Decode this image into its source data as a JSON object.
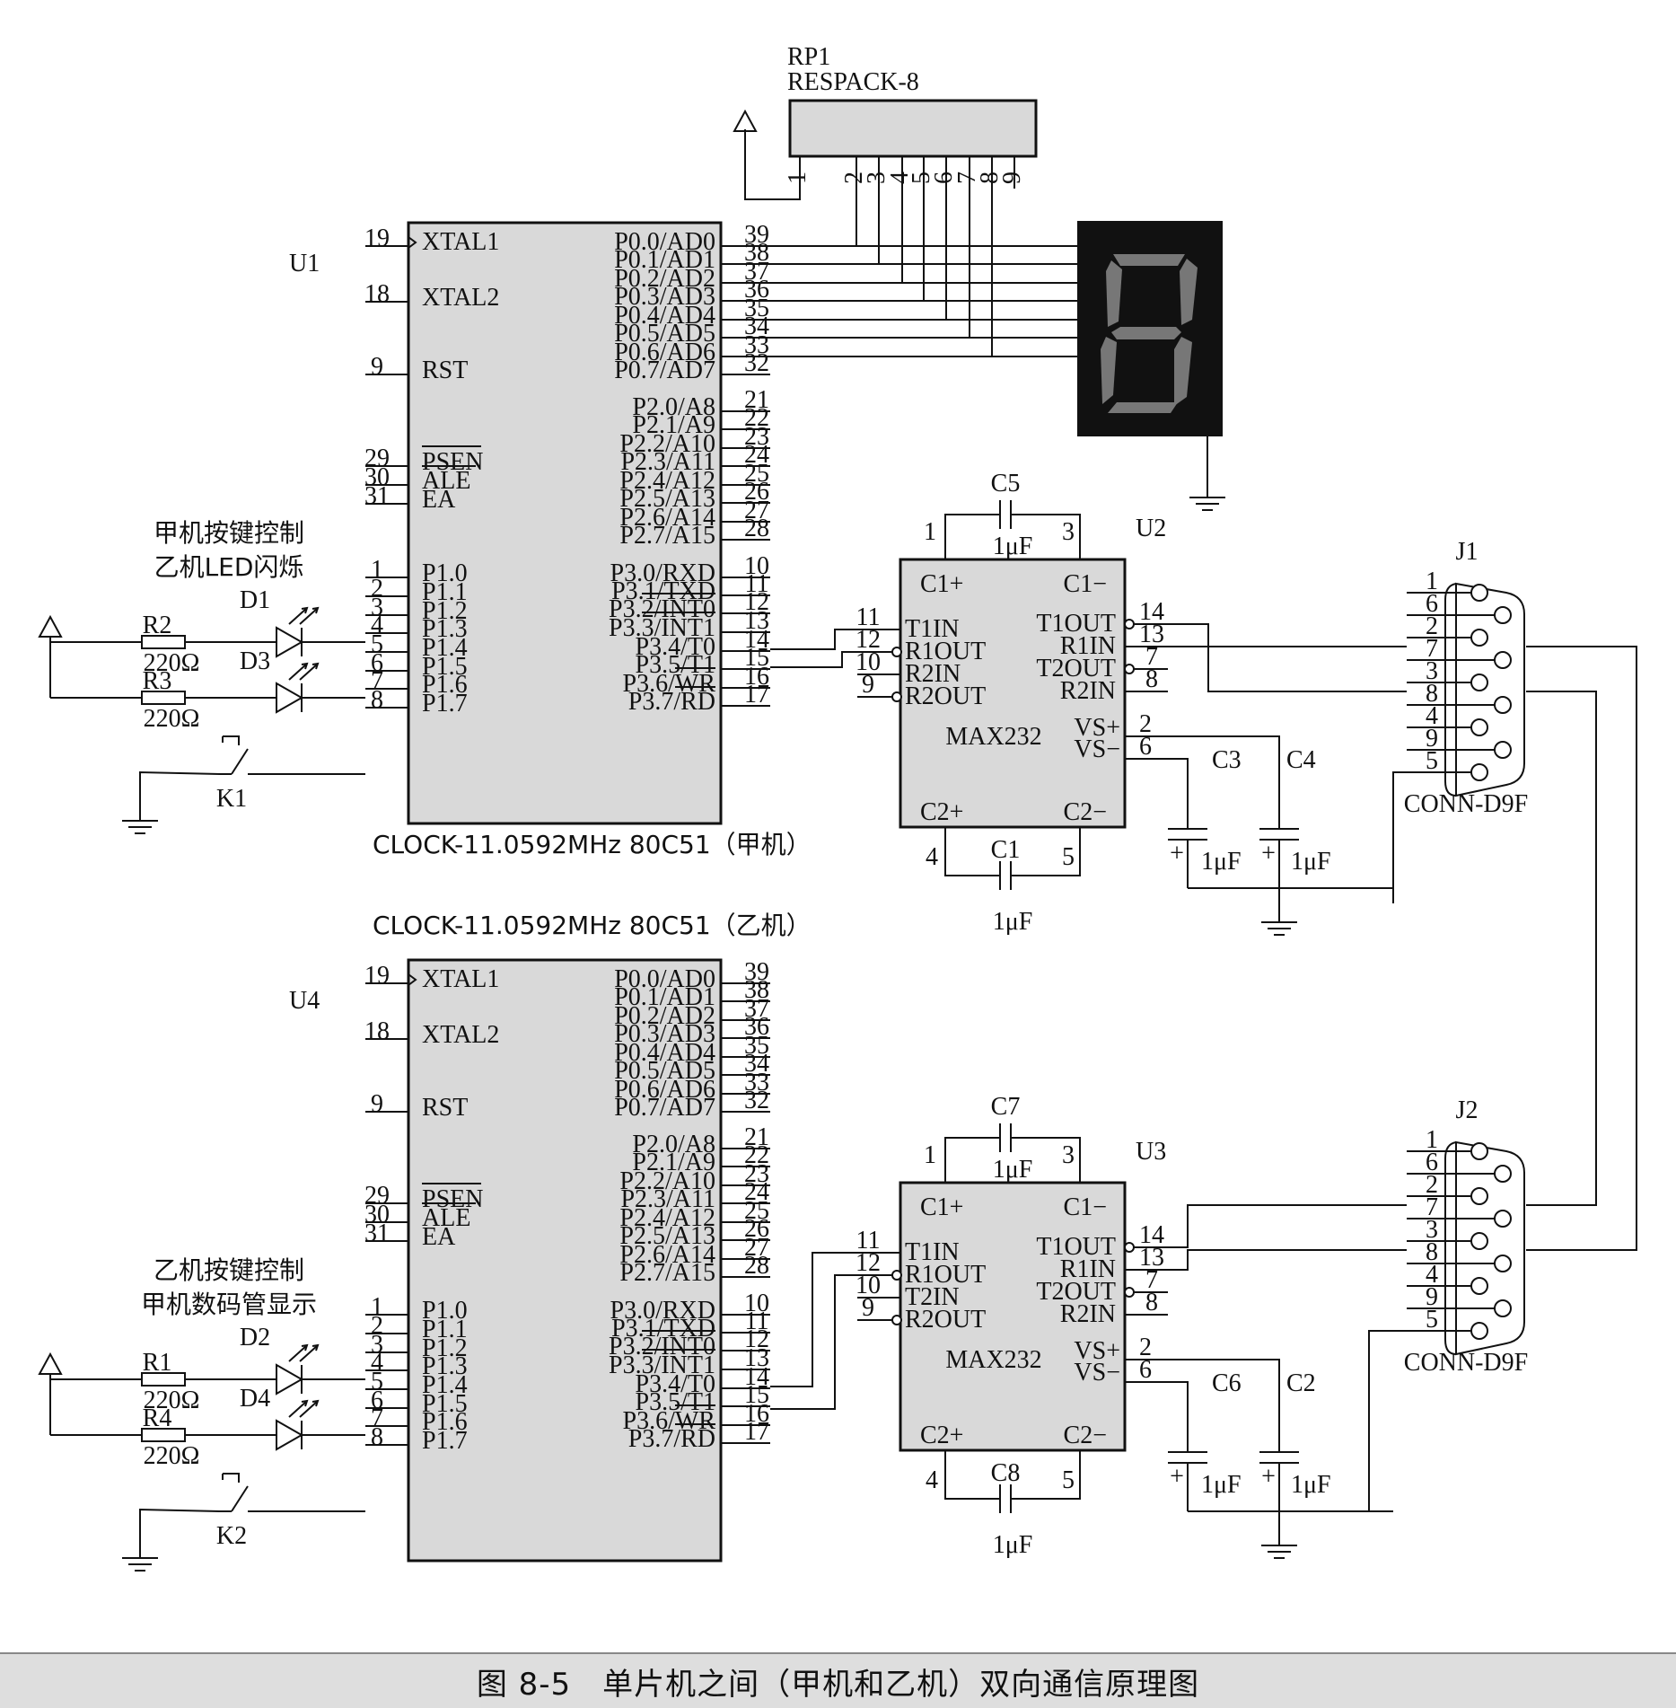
{
  "caption": "图 8-5　单片机之间（甲机和乙机）双向通信原理图",
  "mcu_pins_left": [
    {
      "num": "19",
      "name": "XTAL1"
    },
    {
      "num": "18",
      "name": "XTAL2"
    },
    {
      "num": "9",
      "name": "RST"
    },
    {
      "num": "29",
      "name": "PSEN"
    },
    {
      "num": "30",
      "name": "ALE"
    },
    {
      "num": "31",
      "name": "EA"
    },
    {
      "num": "1",
      "name": "P1.0"
    },
    {
      "num": "2",
      "name": "P1.1"
    },
    {
      "num": "3",
      "name": "P1.2"
    },
    {
      "num": "4",
      "name": "P1.3"
    },
    {
      "num": "5",
      "name": "P1.4"
    },
    {
      "num": "6",
      "name": "P1.5"
    },
    {
      "num": "7",
      "name": "P1.6"
    },
    {
      "num": "8",
      "name": "P1.7"
    }
  ],
  "mcu_pins_right": [
    {
      "num": "39",
      "name": "P0.0/AD0"
    },
    {
      "num": "38",
      "name": "P0.1/AD1"
    },
    {
      "num": "37",
      "name": "P0.2/AD2"
    },
    {
      "num": "36",
      "name": "P0.3/AD3"
    },
    {
      "num": "35",
      "name": "P0.4/AD4"
    },
    {
      "num": "34",
      "name": "P0.5/AD5"
    },
    {
      "num": "33",
      "name": "P0.6/AD6"
    },
    {
      "num": "32",
      "name": "P0.7/AD7"
    },
    {
      "num": "21",
      "name": "P2.0/A8"
    },
    {
      "num": "22",
      "name": "P2.1/A9"
    },
    {
      "num": "23",
      "name": "P2.2/A10"
    },
    {
      "num": "24",
      "name": "P2.3/A11"
    },
    {
      "num": "25",
      "name": "P2.4/A12"
    },
    {
      "num": "26",
      "name": "P2.5/A13"
    },
    {
      "num": "27",
      "name": "P2.6/A14"
    },
    {
      "num": "28",
      "name": "P2.7/A15"
    },
    {
      "num": "10",
      "name": "P3.0/RXD"
    },
    {
      "num": "11",
      "name": "P3.1/TXD"
    },
    {
      "num": "12",
      "name": "P3.2/INT0"
    },
    {
      "num": "13",
      "name": "P3.3/INT1"
    },
    {
      "num": "14",
      "name": "P3.4/T0"
    },
    {
      "num": "15",
      "name": "P3.5/T1"
    },
    {
      "num": "16",
      "name": "P3.6/WR"
    },
    {
      "num": "17",
      "name": "P3.7/RD"
    }
  ],
  "max_left_pins": [
    {
      "num": "11",
      "name": "T1IN"
    },
    {
      "num": "12",
      "name": "R1OUT"
    },
    {
      "num": "10",
      "name": "T2IN"
    },
    {
      "num": "9",
      "name": "R2OUT"
    }
  ],
  "max_left_pins_u2": [
    {
      "num": "11",
      "name": "T1IN"
    },
    {
      "num": "12",
      "name": "R1OUT"
    },
    {
      "num": "10",
      "name": "R2IN"
    },
    {
      "num": "9",
      "name": "R2OUT"
    }
  ],
  "max_right_pins": [
    {
      "num": "14",
      "name": "T1OUT"
    },
    {
      "num": "13",
      "name": "R1IN"
    },
    {
      "num": "7",
      "name": "T2OUT"
    },
    {
      "num": "8",
      "name": "R2IN"
    }
  ],
  "max_fixed": {
    "c1p": "C1+",
    "c1m": "C1−",
    "c2p": "C2+",
    "c2m": "C2−",
    "vsp": "VS+",
    "vsm": "VS−",
    "p1": "1",
    "p3": "3",
    "p4": "4",
    "p5": "5",
    "p2": "2",
    "p6": "6",
    "chip": "MAX232"
  },
  "conn_pins": [
    "1",
    "6",
    "2",
    "7",
    "3",
    "8",
    "4",
    "9",
    "5"
  ],
  "conn_label": "CONN-D9F",
  "top": {
    "mcu_ref": "U1",
    "mcu_caption": "CLOCK-11.0592MHz 80C51（甲机）",
    "max_ref": "U2",
    "conn_ref": "J1",
    "cap_top": "C5",
    "cap_bot": "C1",
    "cap_vs1": "C3",
    "cap_vs2": "C4",
    "note1": "甲机按键控制",
    "note2": "乙机LED闪烁",
    "led1": "D1",
    "led2": "D3",
    "res1": "R2",
    "res2": "R3",
    "key": "K1"
  },
  "bottom": {
    "mcu_ref": "U4",
    "mcu_caption": "CLOCK-11.0592MHz 80C51（乙机）",
    "max_ref": "U3",
    "conn_ref": "J2",
    "cap_top": "C7",
    "cap_bot": "C8",
    "cap_vs1": "C6",
    "cap_vs2": "C2",
    "note1": "乙机按键控制",
    "note2": "甲机数码管显示",
    "led1": "D2",
    "led2": "D4",
    "res1": "R1",
    "res2": "R4",
    "key": "K2"
  },
  "cap_value": "1μF",
  "res_value": "220Ω",
  "plus": "+",
  "respack": {
    "ref": "RP1",
    "name": "RESPACK-8",
    "pins": [
      "1",
      "2",
      "3",
      "4",
      "5",
      "6",
      "7",
      "8",
      "9"
    ]
  },
  "seven_seg_digit": "8"
}
